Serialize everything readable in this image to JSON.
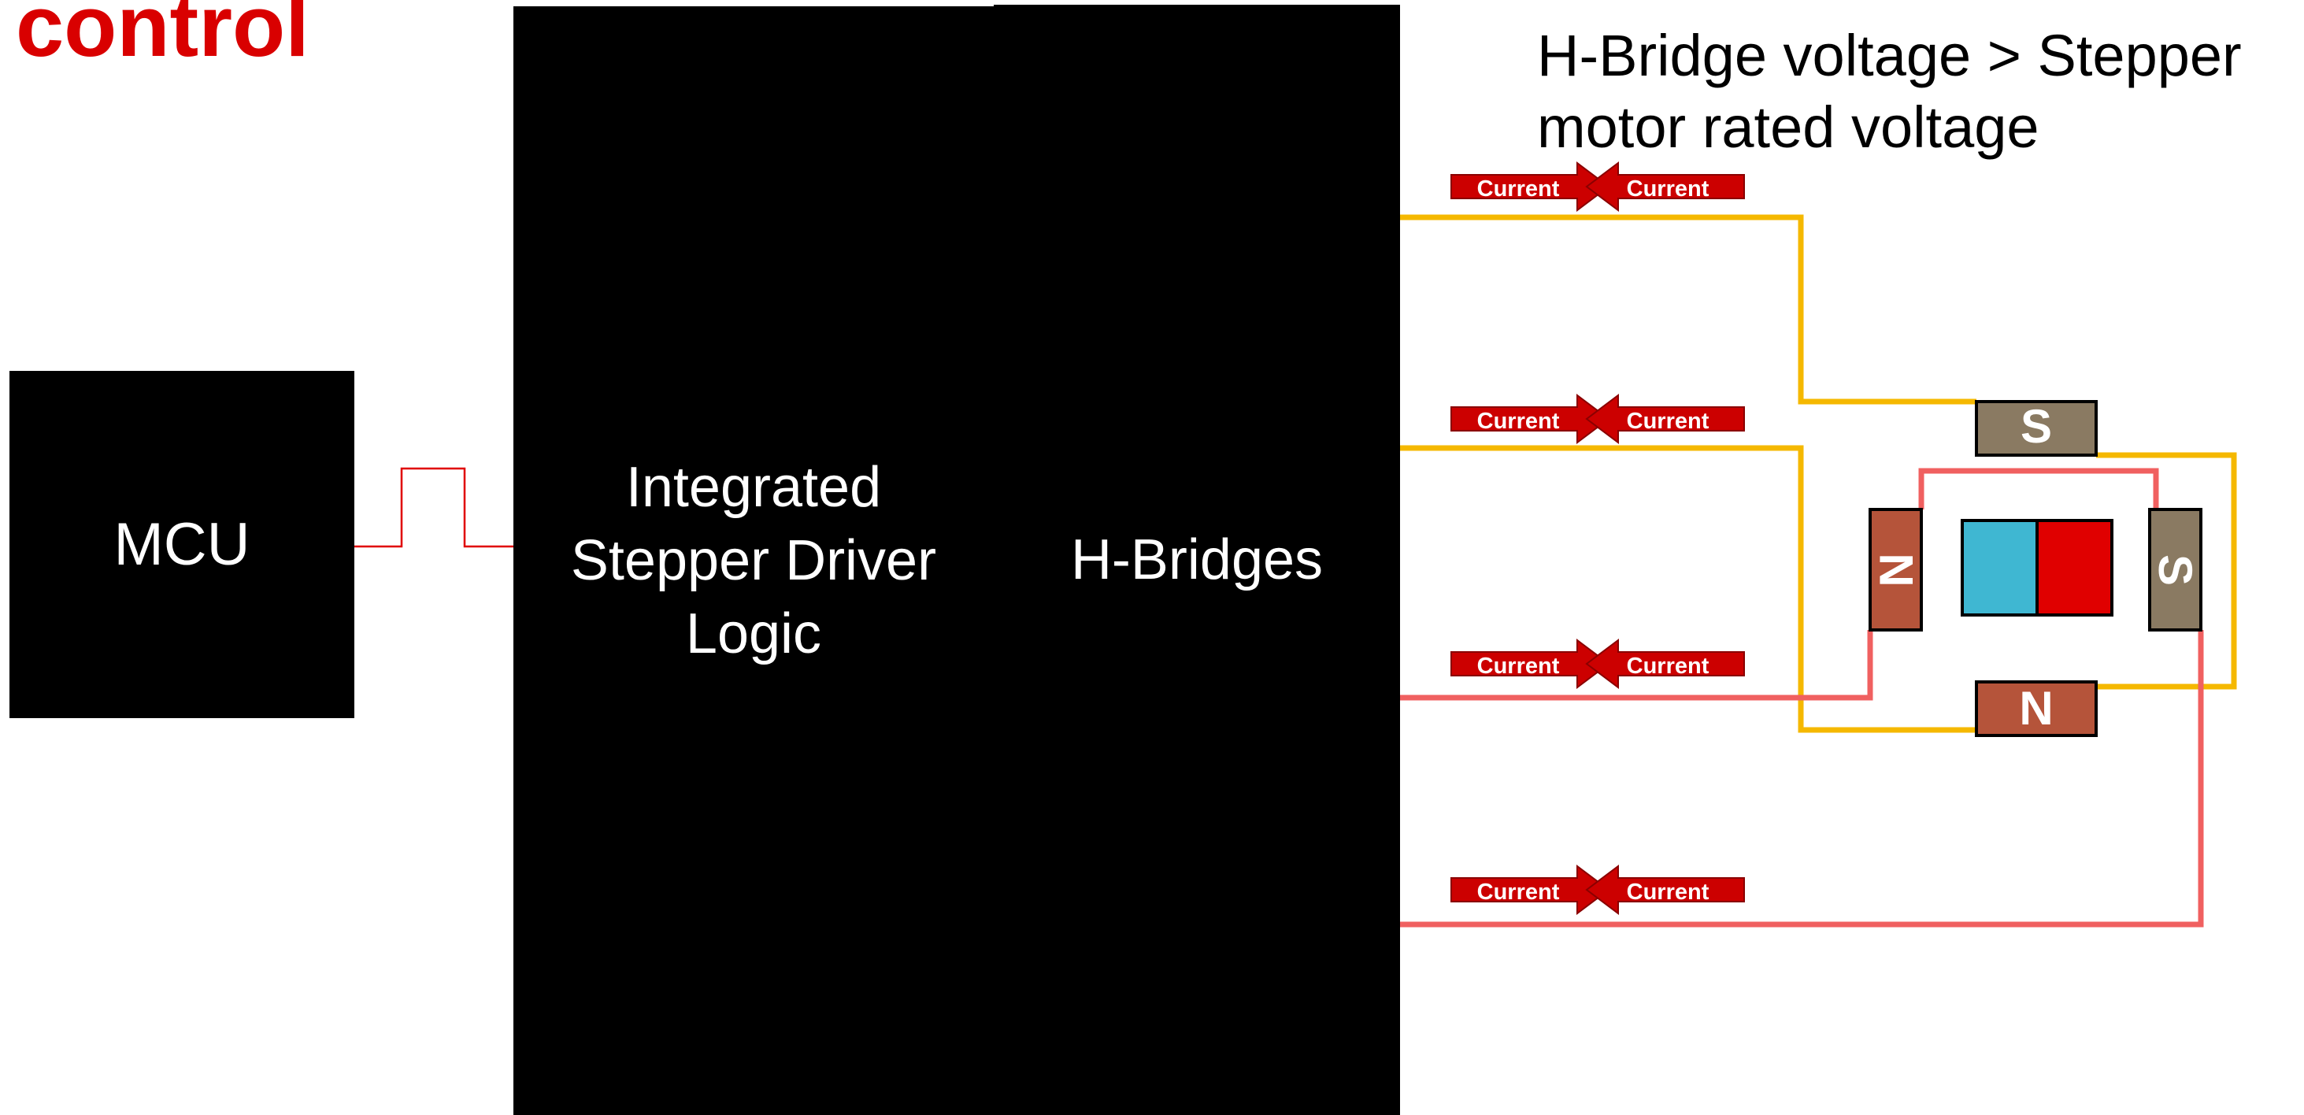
{
  "title_fragment": "control",
  "blocks": {
    "mcu": "MCU",
    "driver_logic": [
      "Integrated",
      "Stepper Driver",
      "Logic"
    ],
    "h_bridges": "H-Bridges"
  },
  "note": [
    "H-Bridge voltage > Stepper",
    "motor rated voltage"
  ],
  "current_arrows": [
    {
      "left": "Current",
      "right": "Current"
    },
    {
      "left": "Current",
      "right": "Current"
    },
    {
      "left": "Current",
      "right": "Current"
    },
    {
      "left": "Current",
      "right": "Current"
    }
  ],
  "poles": {
    "top": "S",
    "left": "N",
    "right": "S",
    "bottom": "N"
  },
  "colors": {
    "title": "#d90000",
    "wire_a": "#f5b800",
    "wire_b": "#f06060",
    "signal": "#e00000",
    "arrow": "#cc0000",
    "pole_s": "#8a7a62",
    "pole_n": "#b5543a",
    "magnet_blue": "#3fb7d2",
    "magnet_red": "#e00000"
  }
}
